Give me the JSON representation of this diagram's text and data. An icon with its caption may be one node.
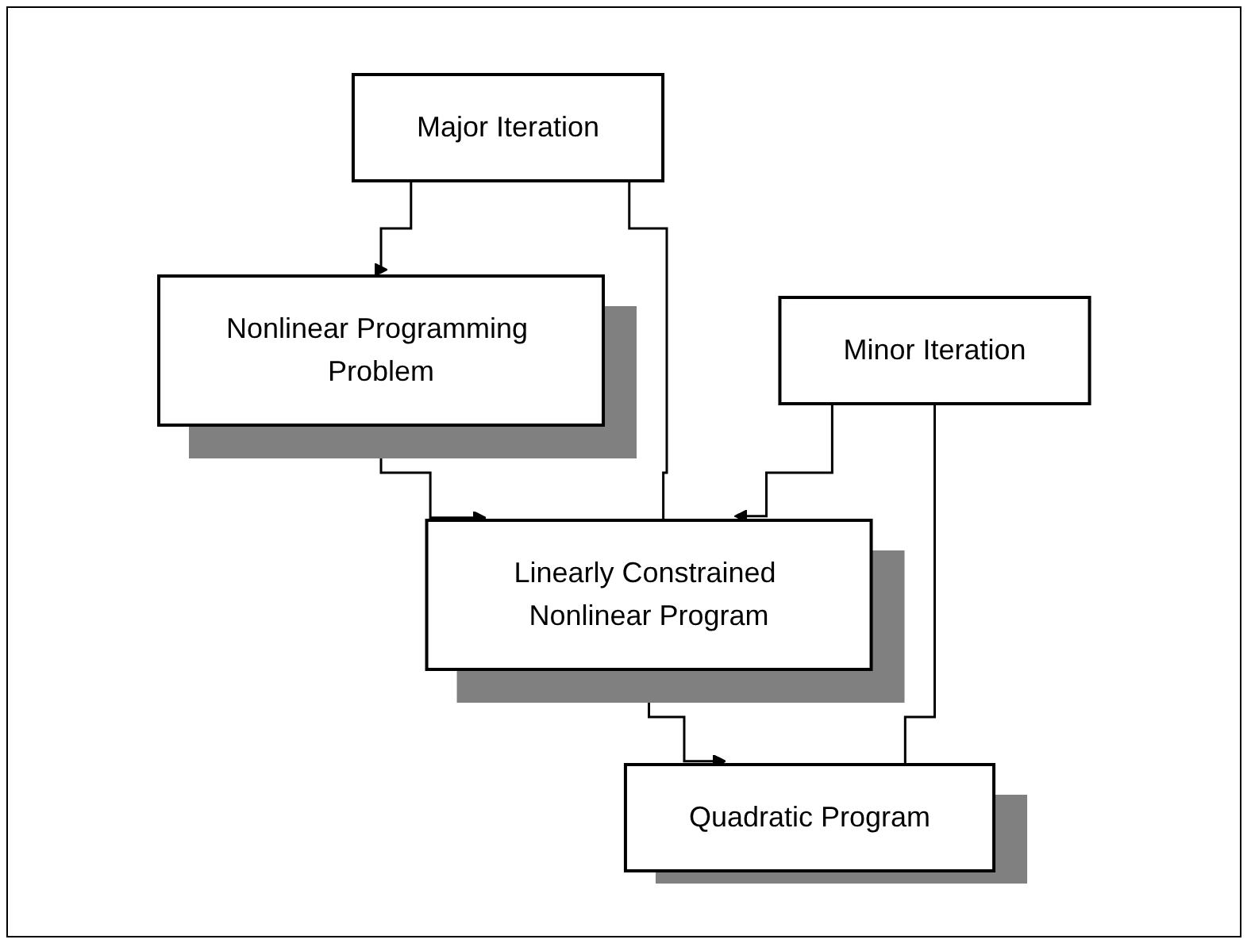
{
  "diagram": {
    "nodes": [
      {
        "text": [
          "Nonlinear Programming Problem"
        ]
      },
      {
        "text": [
          "Linearly Constrained Nonlinear Program"
        ]
      },
      {
        "text": [
          "Major Iteration"
        ]
      },
      {
        "text": [
          "Quadratic Program"
        ]
      },
      {
        "text": [
          "Minor Iteration"
        ]
      }
    ],
    "edges": [
      {
        "from": 0,
        "to": 1,
        "arrow": "to"
      },
      {
        "from": 2,
        "to": 0,
        "arrow": "to"
      },
      {
        "from": 2,
        "to": 1,
        "arrow": "none"
      },
      {
        "from": 1,
        "to": 3,
        "arrow": "to"
      },
      {
        "from": 4,
        "to": 1,
        "arrow": "to"
      },
      {
        "from": 4,
        "to": 3,
        "arrow": "none"
      }
    ]
  }
}
